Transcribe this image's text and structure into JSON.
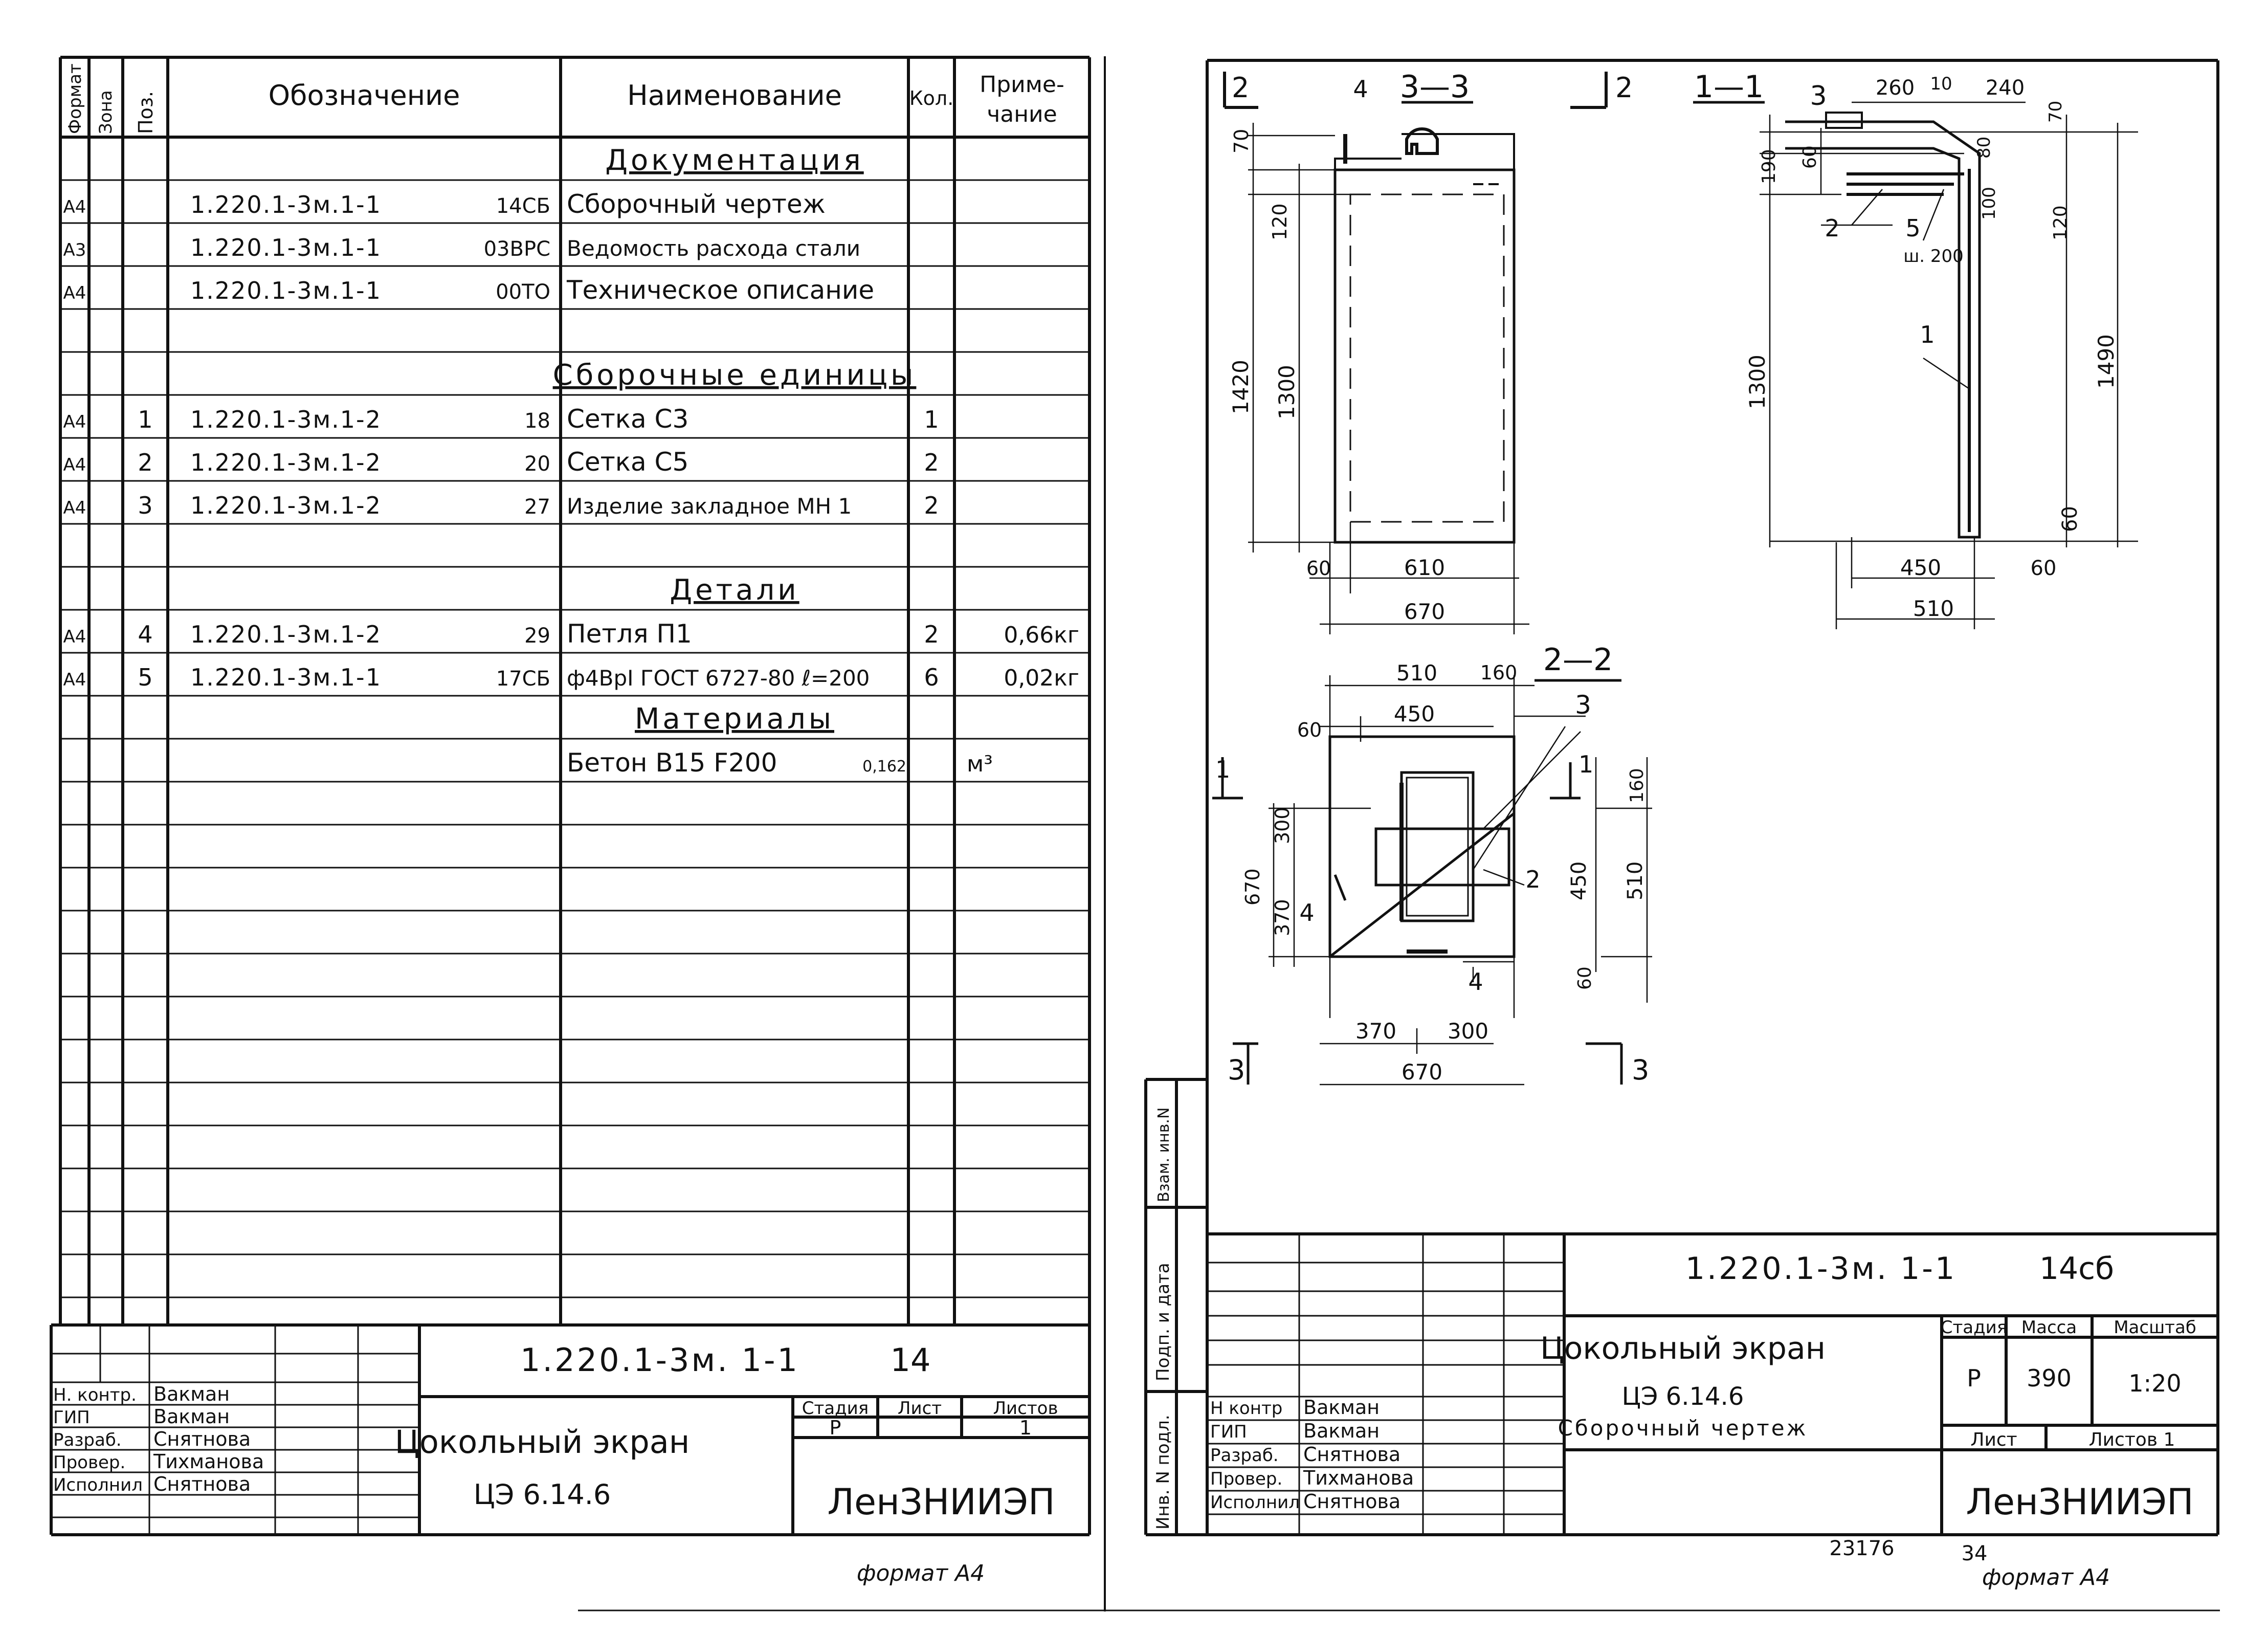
{
  "spec": {
    "header": {
      "format": "Формат",
      "zone": "Зона",
      "pos": "Поз.",
      "designation": "Обозначение",
      "name": "Наименование",
      "qty": "Кол.",
      "note1": "Приме-",
      "note2": "чание"
    },
    "rows": [
      {
        "format": "",
        "pos": "",
        "designation": "",
        "code": "",
        "name": "Документация",
        "qty": "",
        "note": ""
      },
      {
        "format": "А4",
        "pos": "",
        "designation": "1.220.1-3м.1-1",
        "code": "14СБ",
        "name": "Сборочный чертеж",
        "qty": "",
        "note": ""
      },
      {
        "format": "А3",
        "pos": "",
        "designation": "1.220.1-3м.1-1",
        "code": "03ВРС",
        "name": "Ведомость расхода стали",
        "qty": "",
        "note": ""
      },
      {
        "format": "А4",
        "pos": "",
        "designation": "1.220.1-3м.1-1",
        "code": "00ТО",
        "name": "Техническое описание",
        "qty": "",
        "note": ""
      },
      {
        "format": "",
        "pos": "",
        "designation": "",
        "code": "",
        "name": "",
        "qty": "",
        "note": ""
      },
      {
        "format": "",
        "pos": "",
        "designation": "",
        "code": "",
        "name": "Сборочные единицы",
        "qty": "",
        "note": ""
      },
      {
        "format": "А4",
        "pos": "1",
        "designation": "1.220.1-3м.1-2",
        "code": "18",
        "name": "Сетка С3",
        "qty": "1",
        "note": ""
      },
      {
        "format": "А4",
        "pos": "2",
        "designation": "1.220.1-3м.1-2",
        "code": "20",
        "name": "Сетка С5",
        "qty": "2",
        "note": ""
      },
      {
        "format": "А4",
        "pos": "3",
        "designation": "1.220.1-3м.1-2",
        "code": "27",
        "name": "Изделие закладное МН 1",
        "qty": "2",
        "note": ""
      },
      {
        "format": "",
        "pos": "",
        "designation": "",
        "code": "",
        "name": "",
        "qty": "",
        "note": ""
      },
      {
        "format": "",
        "pos": "",
        "designation": "",
        "code": "",
        "name": "Детали",
        "qty": "",
        "note": ""
      },
      {
        "format": "А4",
        "pos": "4",
        "designation": "1.220.1-3м.1-2",
        "code": "29",
        "name": "Петля П1",
        "qty": "2",
        "note": "0,66кг"
      },
      {
        "format": "А4",
        "pos": "5",
        "designation": "1.220.1-3м.1-1",
        "code": "17СБ",
        "name": "ф4ВрI ГОСТ 6727-80 ℓ=200",
        "qty": "6",
        "note": "0,02кг"
      },
      {
        "format": "",
        "pos": "",
        "designation": "",
        "code": "",
        "name": "Материалы",
        "qty": "",
        "note": ""
      },
      {
        "format": "",
        "pos": "",
        "designation": "",
        "code": "",
        "name": "Бетон В15   F200",
        "qty": "0,162",
        "note": "м³"
      }
    ]
  },
  "left_stamp": {
    "doc_code": "1.220.1-3м. 1-1",
    "doc_num": "14",
    "title1": "Цокольный экран",
    "title2": "ЦЭ 6.14.6",
    "stage_label": "Стадия",
    "sheet_label": "Лист",
    "sheets_label": "Листов",
    "stage": "Р",
    "sheets": "1",
    "org": "ЛенЗНИИЭП",
    "roles": [
      "Н. контр.",
      "ГИП",
      "Разраб.",
      "Провер.",
      "Исполнил"
    ],
    "names": [
      "Вакман",
      "Вакман",
      "Снятнова",
      "Тихманова",
      "Снятнова"
    ]
  },
  "left_format": "формат А4",
  "right_stamp": {
    "doc_code": "1.220.1-3м. 1-1",
    "doc_num": "14сб",
    "title1": "Цокольный экран",
    "title2": "ЦЭ 6.14.6",
    "title3": "Сборочный чертеж",
    "stage_label": "Стадия",
    "mass_label": "Масса",
    "scale_label": "Масштаб",
    "stage": "Р",
    "mass": "390",
    "scale": "1:20",
    "sheet_label": "Лист",
    "sheets_label": "Листов 1",
    "org": "ЛенЗНИИЭП",
    "roles": [
      "Н контр",
      "ГИП",
      "Разраб.",
      "Провер.",
      "Исполнил"
    ],
    "names": [
      "Вакман",
      "Вакман",
      "Снятнова",
      "Тихманова",
      "Снятнова"
    ],
    "side1": "Взам. инв.N",
    "side2": "Подп. и дата",
    "side3": "Инв. N подл."
  },
  "right_footer": {
    "inv": "23176",
    "page": "34",
    "format": "формат А4"
  },
  "drawing": {
    "sec33": "3—3",
    "sec11": "1—1",
    "sec22": "2—2",
    "marks": {
      "m2": "2",
      "m3": "3",
      "m1": "1"
    },
    "dims33": [
      "70",
      "120",
      "1420",
      "1300",
      "60",
      "610",
      "670",
      "4"
    ],
    "dims11": [
      "260",
      "10",
      "240",
      "190",
      "60",
      "80",
      "70",
      "100",
      "120",
      "1300",
      "1490",
      "450",
      "60",
      "510",
      "3",
      "2",
      "5",
      "ш. 200",
      "1"
    ],
    "dims22": [
      "510",
      "160",
      "60",
      "450",
      "300",
      "670",
      "370",
      "160",
      "450",
      "510",
      "60",
      "370",
      "300",
      "670",
      "3",
      "2",
      "4",
      "4"
    ]
  }
}
